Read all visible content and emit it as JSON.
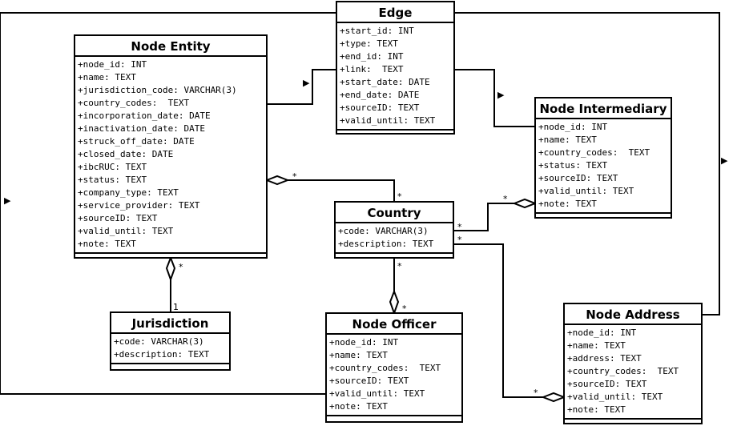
{
  "classes": {
    "edge": {
      "title": "Edge",
      "attributes": [
        "+start_id: INT",
        "+type: TEXT",
        "+end_id: INT",
        "+link:  TEXT",
        "+start_date: DATE",
        "+end_date: DATE",
        "+sourceID: TEXT",
        "+valid_until: TEXT"
      ]
    },
    "node_entity": {
      "title": "Node Entity",
      "attributes": [
        "+node_id: INT",
        "+name: TEXT",
        "+jurisdiction_code: VARCHAR(3)",
        "+country_codes:  TEXT",
        "+incorporation_date: DATE",
        "+inactivation_date: DATE",
        "+struck_off_date: DATE",
        "+closed_date: DATE",
        "+ibcRUC: TEXT",
        "+status: TEXT",
        "+company_type: TEXT",
        "+service_provider: TEXT",
        "+sourceID: TEXT",
        "+valid_until: TEXT",
        "+note: TEXT"
      ]
    },
    "node_intermediary": {
      "title": "Node Intermediary",
      "attributes": [
        "+node_id: INT",
        "+name: TEXT",
        "+country_codes:  TEXT",
        "+status: TEXT",
        "+sourceID: TEXT",
        "+valid_until: TEXT",
        "+note: TEXT"
      ]
    },
    "country": {
      "title": "Country",
      "attributes": [
        "+code: VARCHAR(3)",
        "+description: TEXT"
      ]
    },
    "jurisdiction": {
      "title": "Jurisdiction",
      "attributes": [
        "+code: VARCHAR(3)",
        "+description: TEXT"
      ]
    },
    "node_officer": {
      "title": "Node Officer",
      "attributes": [
        "+node_id: INT",
        "+name: TEXT",
        "+country_codes:  TEXT",
        "+sourceID: TEXT",
        "+valid_until: TEXT",
        "+note: TEXT"
      ]
    },
    "node_address": {
      "title": "Node Address",
      "attributes": [
        "+node_id: INT",
        "+name: TEXT",
        "+address: TEXT",
        "+country_codes:  TEXT",
        "+sourceID: TEXT",
        "+valid_until: TEXT",
        "+note: TEXT"
      ]
    }
  },
  "multiplicities": {
    "star": "*",
    "one": "1"
  },
  "arrow_glyph": "▶"
}
